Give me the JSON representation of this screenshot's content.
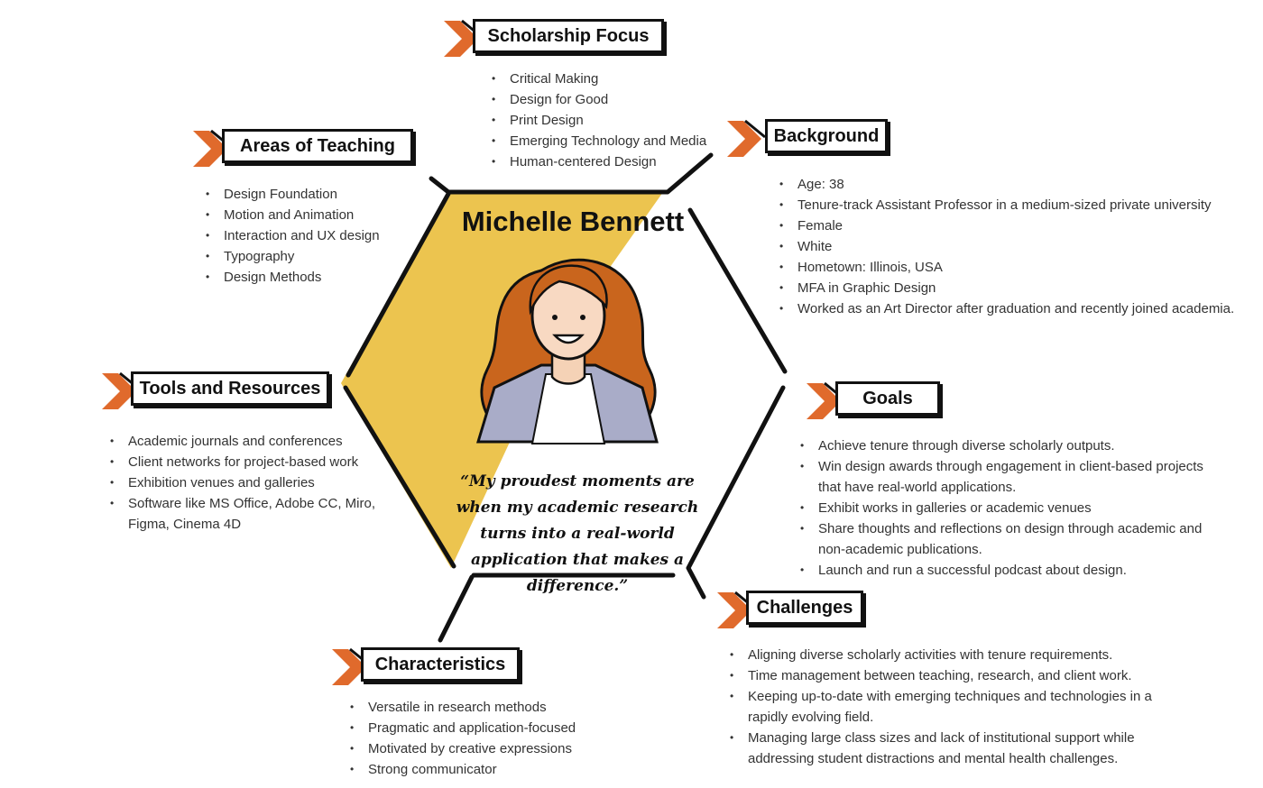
{
  "persona": {
    "name": "Michelle Bennett",
    "quote": "“My proudest moments are when my academic research turns into a real-world application that makes a difference.”",
    "avatar_icon": "woman-portrait-icon"
  },
  "colors": {
    "accent_orange": "#e06a2c",
    "hexagon_yellow": "#ecc44f",
    "outline": "#111111"
  },
  "sections": {
    "scholarship_focus": {
      "title": "Scholarship Focus",
      "items": [
        "Critical Making",
        "Design for Good",
        "Print Design",
        "Emerging Technology and Media",
        "Human-centered Design"
      ]
    },
    "areas_of_teaching": {
      "title": "Areas of Teaching",
      "items": [
        "Design Foundation",
        "Motion and Animation",
        "Interaction and UX design",
        "Typography",
        "Design Methods"
      ]
    },
    "background": {
      "title": "Background",
      "items": [
        "Age: 38",
        "Tenure-track Assistant Professor in a medium-sized private university",
        "Female",
        "White",
        "Hometown: Illinois, USA",
        "MFA in Graphic Design",
        "Worked as an Art Director after graduation and recently joined academia."
      ]
    },
    "tools_and_resources": {
      "title": "Tools and Resources",
      "items": [
        "Academic journals and conferences",
        "Client networks for project-based work",
        "Exhibition venues and galleries",
        "Software like MS Office, Adobe CC, Miro, Figma, Cinema 4D"
      ]
    },
    "goals": {
      "title": "Goals",
      "items": [
        "Achieve tenure through diverse scholarly outputs.",
        "Win design awards through engagement in client-based projects that have real-world applications.",
        "Exhibit works in galleries or academic venues",
        "Share thoughts and reflections on design through academic and non-academic publications.",
        "Launch and run a successful podcast about design."
      ]
    },
    "characteristics": {
      "title": "Characteristics",
      "items": [
        "Versatile in research methods",
        "Pragmatic and application-focused",
        "Motivated by creative expressions",
        "Strong communicator"
      ]
    },
    "challenges": {
      "title": "Challenges",
      "items": [
        "Aligning diverse scholarly activities with tenure requirements.",
        "Time management between teaching, research, and client work.",
        "Keeping up-to-date with emerging techniques and technologies in a rapidly evolving field.",
        "Managing large class sizes and lack of institutional support while addressing student distractions and mental health challenges."
      ]
    }
  }
}
